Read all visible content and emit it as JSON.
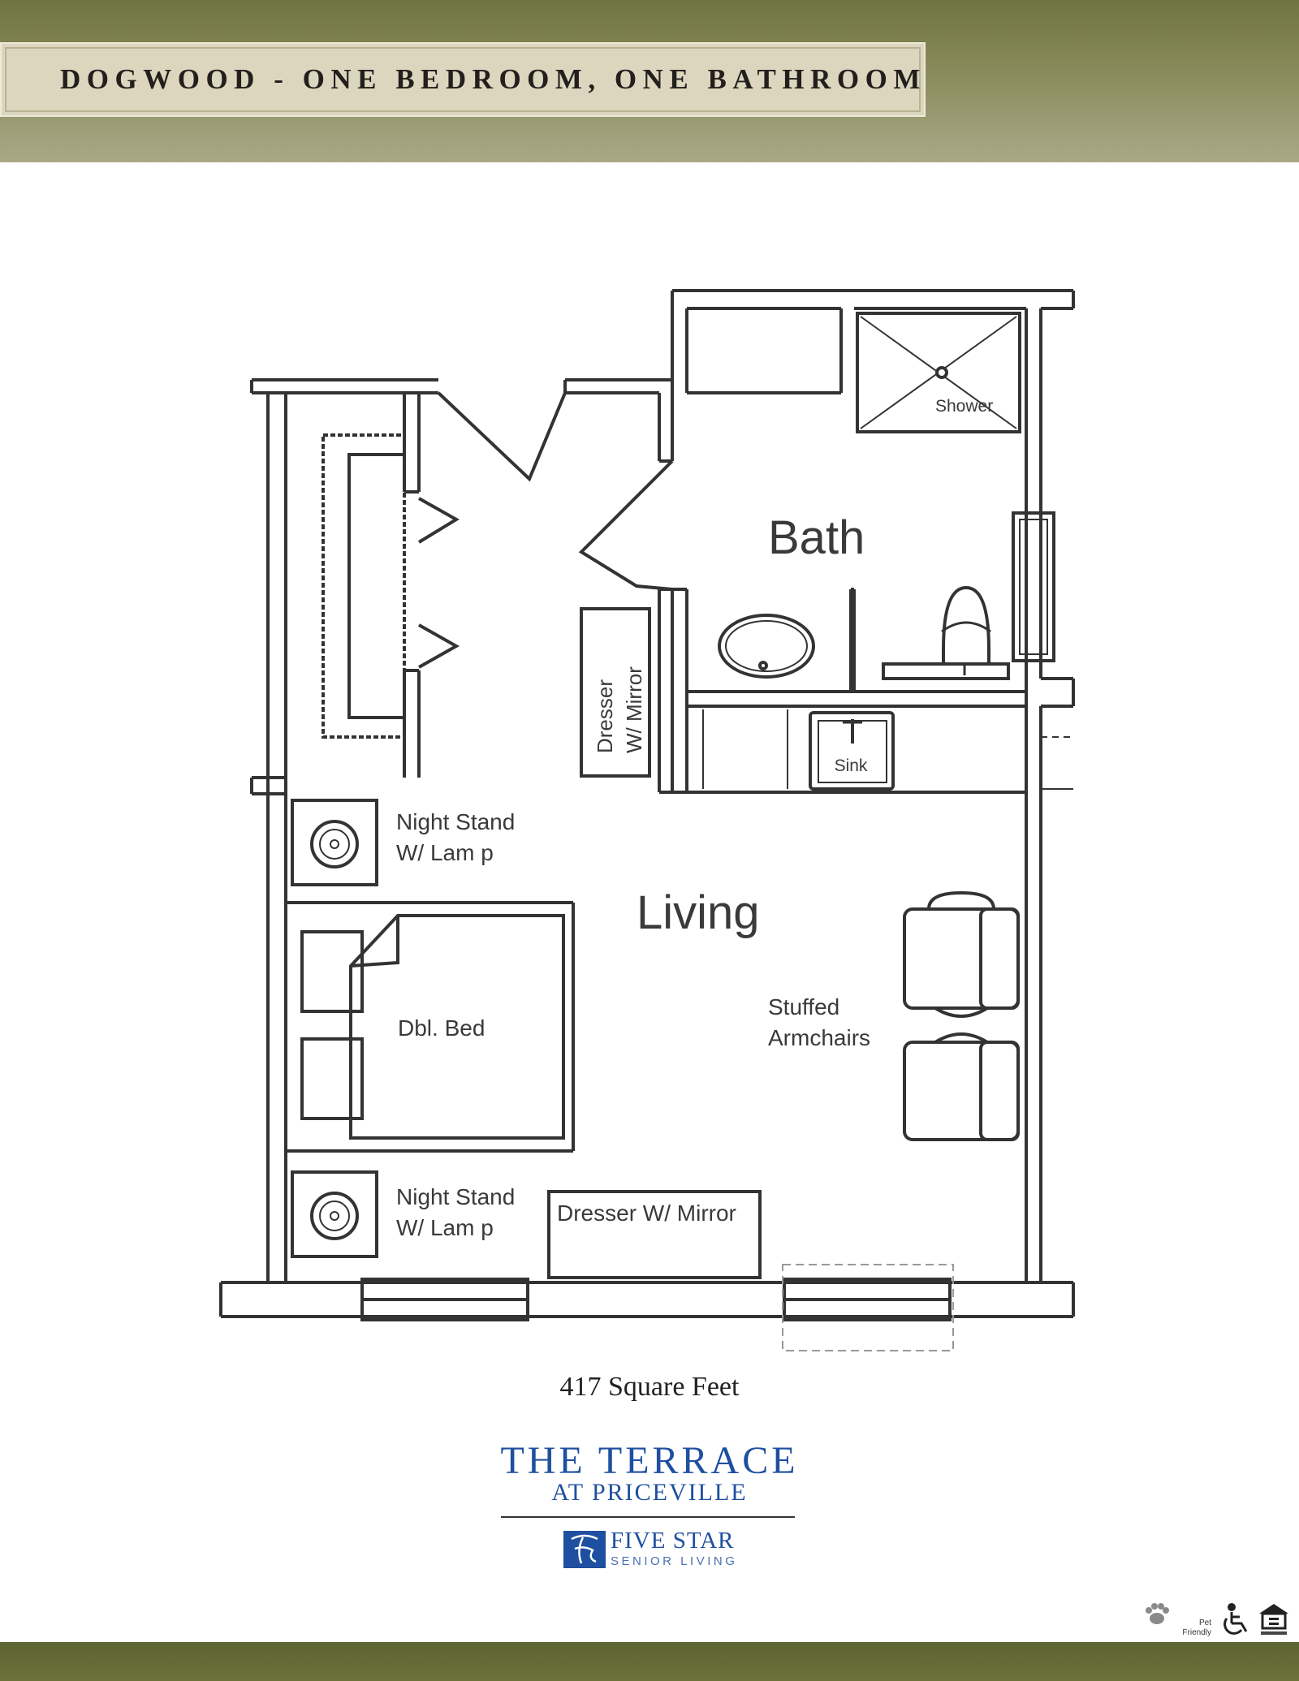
{
  "header": {
    "title": "DOGWOOD - ONE BEDROOM, ONE BATHROOM"
  },
  "plan": {
    "rooms": {
      "bath": "Bath",
      "living": "Living"
    },
    "fixtures": {
      "shower": "Shower",
      "sink": "Sink",
      "dresser_side_line1": "Dresser",
      "dresser_side_line2": "W/ Mirror",
      "nightstand_top_line1": "Night Stand",
      "nightstand_top_line2": "W/ Lam p",
      "nightstand_bottom_line1": "Night Stand",
      "nightstand_bottom_line2": "W/ Lam p",
      "bed": "Dbl.  Bed",
      "armchairs_line1": "Stuffed",
      "armchairs_line2": "Armchairs",
      "dresser_bottom": "Dresser W/ Mirror"
    }
  },
  "area": "417 Square Feet",
  "branding": {
    "community_line1": "THE TERRACE",
    "community_line2": "AT PRICEVILLE",
    "company_line1": "FIVE STAR",
    "company_line2": "SENIOR LIVING"
  },
  "badges": {
    "pet_line1": "Pet",
    "pet_line2": "Friendly",
    "icons": [
      "paw-icon",
      "wheelchair-accessible-icon",
      "equal-housing-icon"
    ]
  }
}
